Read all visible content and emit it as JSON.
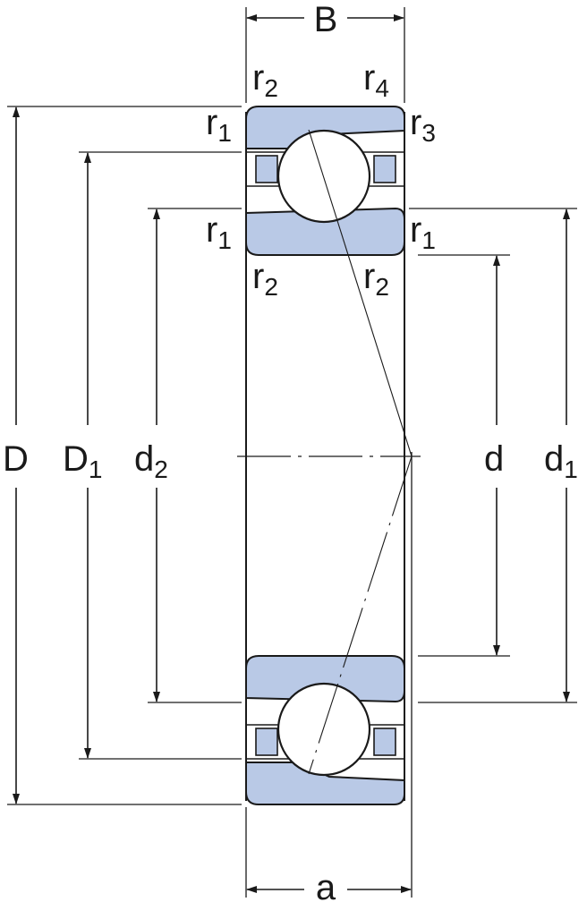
{
  "colors": {
    "ring_fill": "#b9c9e6",
    "cage_fill": "#b9c9e6",
    "line": "#1a1a1a",
    "background": "#ffffff"
  },
  "dimensions": {
    "B": {
      "main": "B",
      "sub": ""
    },
    "a": {
      "main": "a",
      "sub": ""
    },
    "D": {
      "main": "D",
      "sub": ""
    },
    "D1": {
      "main": "D",
      "sub": "1"
    },
    "d2": {
      "main": "d",
      "sub": "2"
    },
    "d": {
      "main": "d",
      "sub": ""
    },
    "d1": {
      "main": "d",
      "sub": "1"
    }
  },
  "radii": {
    "r2_top_left": {
      "main": "r",
      "sub": "2"
    },
    "r4_top_right": {
      "main": "r",
      "sub": "4"
    },
    "r1_outer_left": {
      "main": "r",
      "sub": "1"
    },
    "r3_outer_right": {
      "main": "r",
      "sub": "3"
    },
    "r1_inner_left": {
      "main": "r",
      "sub": "1"
    },
    "r1_inner_right": {
      "main": "r",
      "sub": "1"
    },
    "r2_inner_left": {
      "main": "r",
      "sub": "2"
    },
    "r2_inner_right": {
      "main": "r",
      "sub": "2"
    }
  }
}
